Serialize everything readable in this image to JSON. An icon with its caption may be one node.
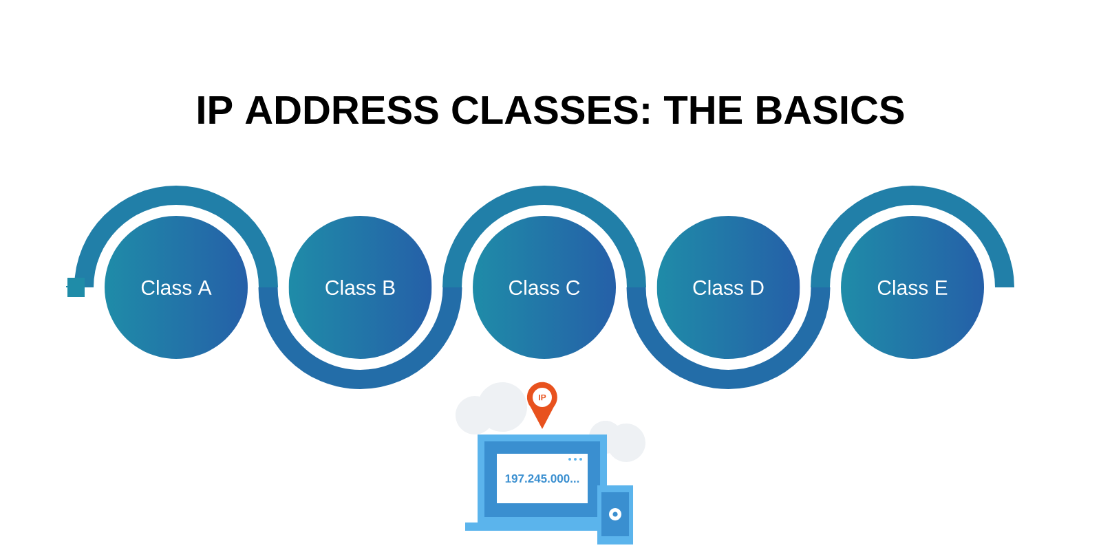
{
  "diagram": {
    "title": "IP ADDRESS CLASSES: THE BASICS",
    "nodes": [
      {
        "text": [
          "Class A"
        ]
      },
      {
        "text": [
          "Class B"
        ]
      },
      {
        "text": [
          "Class C"
        ]
      },
      {
        "text": [
          "Class D"
        ]
      },
      {
        "text": [
          "Class E"
        ]
      }
    ],
    "labels": [
      "IP",
      "197.245.000..."
    ]
  }
}
